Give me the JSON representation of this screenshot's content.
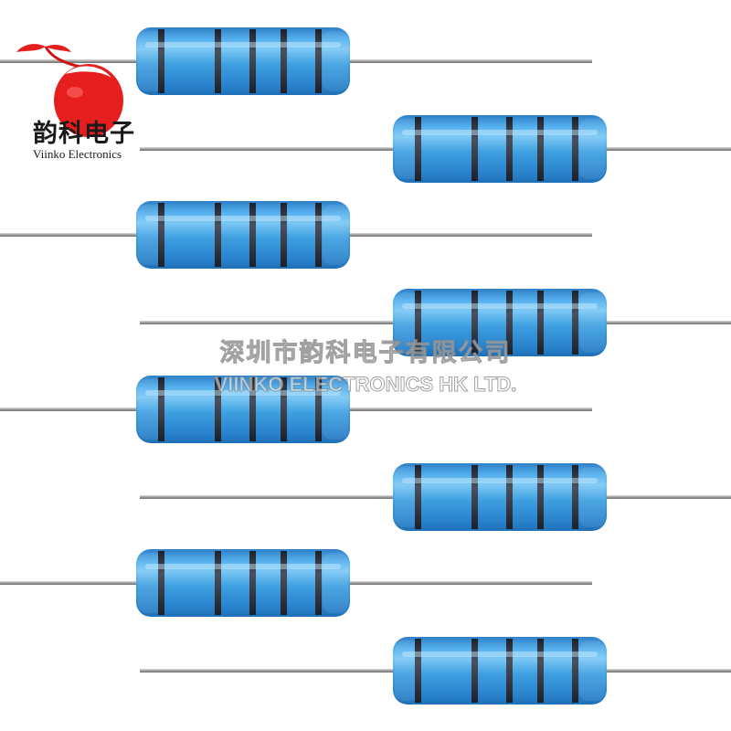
{
  "logo": {
    "chinese_name": "韵科电子",
    "english_name": "Viinko Electronics",
    "accent_color": "#e61e1e"
  },
  "watermark": {
    "chinese_line": "深圳市韵科电子有限公司",
    "english_line": "VIINKO ELECTRONICS HK LTD."
  },
  "resistor": {
    "body_color": "#3d9fe0",
    "band_color": "#2b2f3a",
    "lead_color": "#a8a8a8",
    "count": 8
  }
}
